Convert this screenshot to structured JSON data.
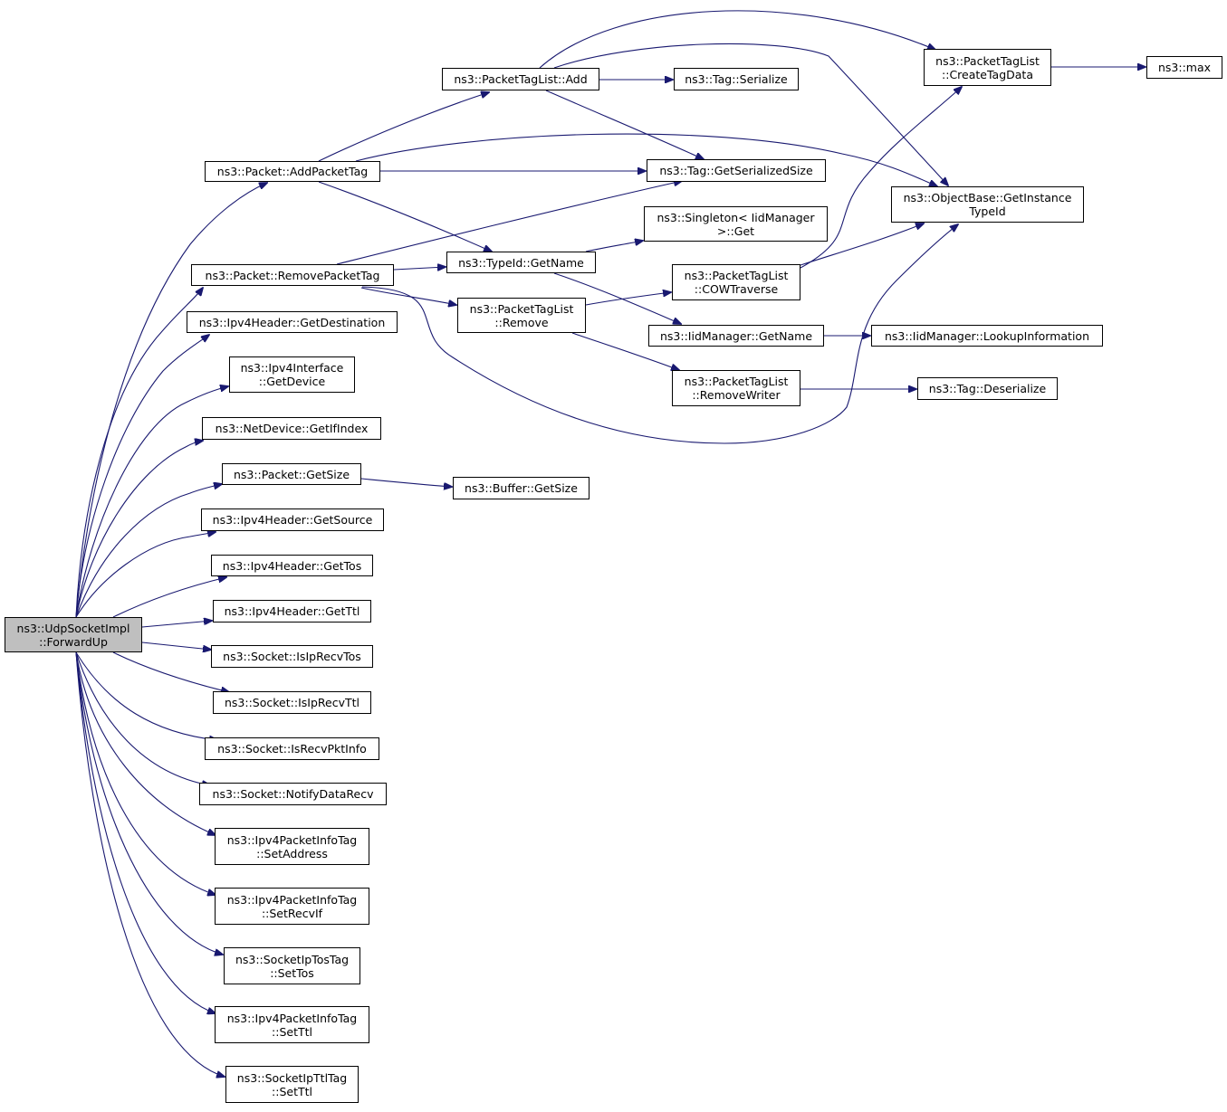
{
  "graph": {
    "title": "",
    "nodes": [
      {
        "id": "root",
        "lines": [
          "ns3::UdpSocketImpl",
          "::ForwardUp"
        ],
        "root": true
      },
      {
        "id": "addPacketTag",
        "lines": [
          "ns3::Packet::AddPacketTag"
        ]
      },
      {
        "id": "removePacketTag",
        "lines": [
          "ns3::Packet::RemovePacketTag"
        ]
      },
      {
        "id": "getDestination",
        "lines": [
          "ns3::Ipv4Header::GetDestination"
        ]
      },
      {
        "id": "getDevice",
        "lines": [
          "ns3::Ipv4Interface",
          "::GetDevice"
        ]
      },
      {
        "id": "getIfIndex",
        "lines": [
          "ns3::NetDevice::GetIfIndex"
        ]
      },
      {
        "id": "packetGetSize",
        "lines": [
          "ns3::Packet::GetSize"
        ]
      },
      {
        "id": "getSource",
        "lines": [
          "ns3::Ipv4Header::GetSource"
        ]
      },
      {
        "id": "getTos",
        "lines": [
          "ns3::Ipv4Header::GetTos"
        ]
      },
      {
        "id": "getTtl",
        "lines": [
          "ns3::Ipv4Header::GetTtl"
        ]
      },
      {
        "id": "isIpRecvTos",
        "lines": [
          "ns3::Socket::IsIpRecvTos"
        ]
      },
      {
        "id": "isIpRecvTtl",
        "lines": [
          "ns3::Socket::IsIpRecvTtl"
        ]
      },
      {
        "id": "isRecvPktInfo",
        "lines": [
          "ns3::Socket::IsRecvPktInfo"
        ]
      },
      {
        "id": "notifyDataRecv",
        "lines": [
          "ns3::Socket::NotifyDataRecv"
        ]
      },
      {
        "id": "setAddress",
        "lines": [
          "ns3::Ipv4PacketInfoTag",
          "::SetAddress"
        ]
      },
      {
        "id": "setRecvIf",
        "lines": [
          "ns3::Ipv4PacketInfoTag",
          "::SetRecvIf"
        ]
      },
      {
        "id": "setTos",
        "lines": [
          "ns3::SocketIpTosTag",
          "::SetTos"
        ]
      },
      {
        "id": "setTtlInfo",
        "lines": [
          "ns3::Ipv4PacketInfoTag",
          "::SetTtl"
        ]
      },
      {
        "id": "setTtlTag",
        "lines": [
          "ns3::SocketIpTtlTag",
          "::SetTtl"
        ]
      },
      {
        "id": "ptlAdd",
        "lines": [
          "ns3::PacketTagList::Add"
        ]
      },
      {
        "id": "typeIdGetName",
        "lines": [
          "ns3::TypeId::GetName"
        ]
      },
      {
        "id": "ptlRemove",
        "lines": [
          "ns3::PacketTagList",
          "::Remove"
        ]
      },
      {
        "id": "bufferGetSize",
        "lines": [
          "ns3::Buffer::GetSize"
        ]
      },
      {
        "id": "tagSerialize",
        "lines": [
          "ns3::Tag::Serialize"
        ]
      },
      {
        "id": "tagGetSerializedSize",
        "lines": [
          "ns3::Tag::GetSerializedSize"
        ]
      },
      {
        "id": "singletonGet",
        "lines": [
          "ns3::Singleton< IidManager",
          ">::Get"
        ]
      },
      {
        "id": "cowTraverse",
        "lines": [
          "ns3::PacketTagList",
          "::COWTraverse"
        ]
      },
      {
        "id": "iidGetName",
        "lines": [
          "ns3::IidManager::GetName"
        ]
      },
      {
        "id": "removeWriter",
        "lines": [
          "ns3::PacketTagList",
          "::RemoveWriter"
        ]
      },
      {
        "id": "createTagData",
        "lines": [
          "ns3::PacketTagList",
          "::CreateTagData"
        ]
      },
      {
        "id": "getInstanceTypeId",
        "lines": [
          "ns3::ObjectBase::GetInstance",
          "TypeId"
        ]
      },
      {
        "id": "lookupInformation",
        "lines": [
          "ns3::IidManager::LookupInformation"
        ]
      },
      {
        "id": "tagDeserialize",
        "lines": [
          "ns3::Tag::Deserialize"
        ]
      },
      {
        "id": "max",
        "lines": [
          "ns3::max"
        ]
      }
    ],
    "edges": [
      [
        "root",
        "addPacketTag"
      ],
      [
        "root",
        "removePacketTag"
      ],
      [
        "root",
        "getDestination"
      ],
      [
        "root",
        "getDevice"
      ],
      [
        "root",
        "getIfIndex"
      ],
      [
        "root",
        "packetGetSize"
      ],
      [
        "root",
        "getSource"
      ],
      [
        "root",
        "getTos"
      ],
      [
        "root",
        "getTtl"
      ],
      [
        "root",
        "isIpRecvTos"
      ],
      [
        "root",
        "isIpRecvTtl"
      ],
      [
        "root",
        "isRecvPktInfo"
      ],
      [
        "root",
        "notifyDataRecv"
      ],
      [
        "root",
        "setAddress"
      ],
      [
        "root",
        "setRecvIf"
      ],
      [
        "root",
        "setTos"
      ],
      [
        "root",
        "setTtlInfo"
      ],
      [
        "root",
        "setTtlTag"
      ],
      [
        "addPacketTag",
        "ptlAdd"
      ],
      [
        "addPacketTag",
        "tagGetSerializedSize"
      ],
      [
        "addPacketTag",
        "getInstanceTypeId"
      ],
      [
        "addPacketTag",
        "typeIdGetName"
      ],
      [
        "ptlAdd",
        "createTagData"
      ],
      [
        "ptlAdd",
        "tagSerialize"
      ],
      [
        "ptlAdd",
        "tagGetSerializedSize"
      ],
      [
        "ptlAdd",
        "getInstanceTypeId"
      ],
      [
        "removePacketTag",
        "tagGetSerializedSize"
      ],
      [
        "removePacketTag",
        "typeIdGetName"
      ],
      [
        "removePacketTag",
        "ptlRemove"
      ],
      [
        "removePacketTag",
        "getInstanceTypeId"
      ],
      [
        "typeIdGetName",
        "singletonGet"
      ],
      [
        "typeIdGetName",
        "iidGetName"
      ],
      [
        "ptlRemove",
        "cowTraverse"
      ],
      [
        "ptlRemove",
        "removeWriter"
      ],
      [
        "cowTraverse",
        "createTagData"
      ],
      [
        "cowTraverse",
        "getInstanceTypeId"
      ],
      [
        "iidGetName",
        "lookupInformation"
      ],
      [
        "removeWriter",
        "tagDeserialize"
      ],
      [
        "createTagData",
        "max"
      ],
      [
        "packetGetSize",
        "bufferGetSize"
      ]
    ]
  }
}
